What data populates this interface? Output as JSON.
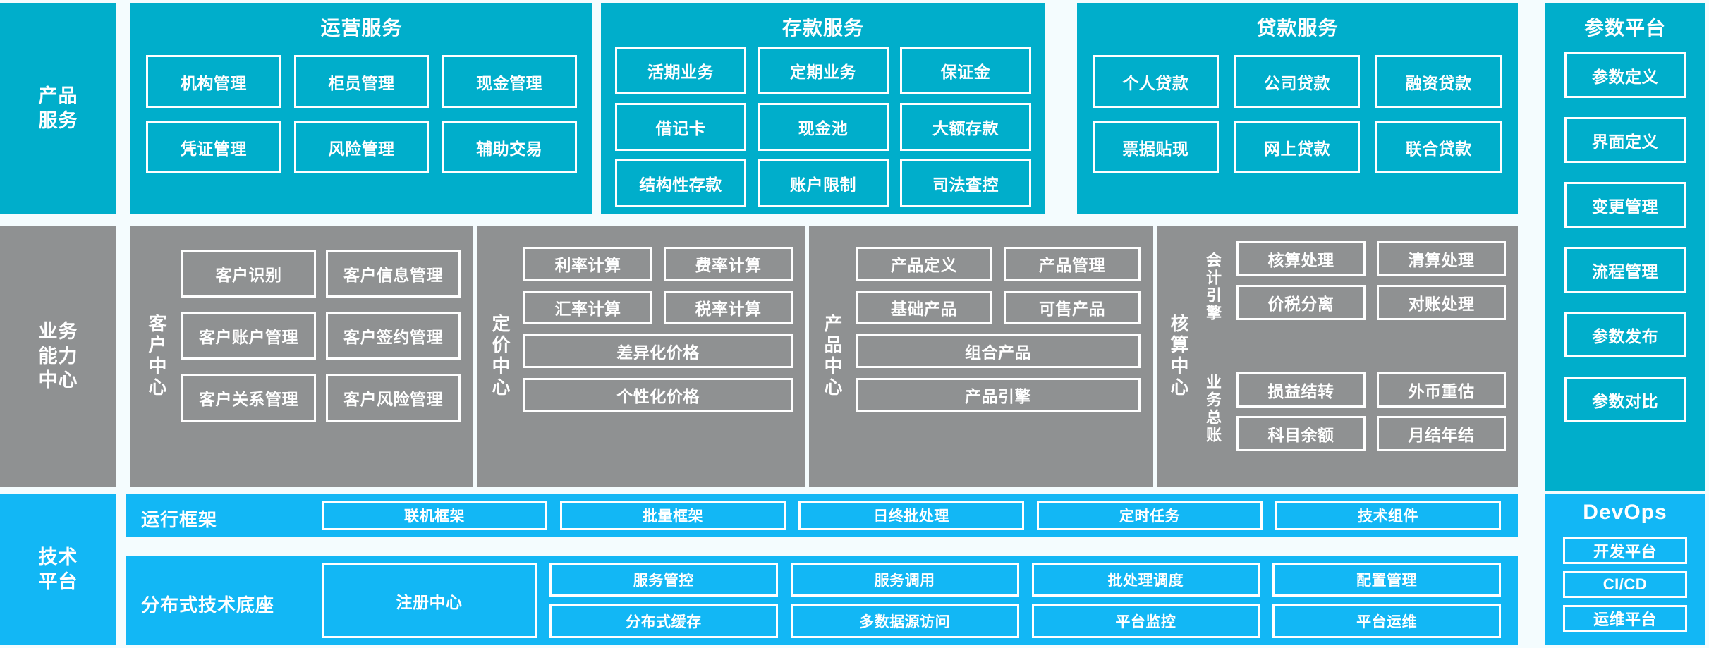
{
  "rows": {
    "product_service": {
      "side_label_line1": "产品",
      "side_label_line2": "服务",
      "groups": [
        {
          "title": "运营服务",
          "items": [
            "机构管理",
            "柜员管理",
            "现金管理",
            "凭证管理",
            "风险管理",
            "辅助交易"
          ]
        },
        {
          "title": "存款服务",
          "items": [
            "活期业务",
            "定期业务",
            "保证金",
            "借记卡",
            "现金池",
            "大额存款",
            "结构性存款",
            "账户限制",
            "司法查控"
          ]
        },
        {
          "title": "贷款服务",
          "items": [
            "个人贷款",
            "公司贷款",
            "融资贷款",
            "票据贴现",
            "网上贷款",
            "联合贷款"
          ]
        }
      ]
    },
    "business_capability": {
      "side_label_line1": "业务",
      "side_label_line2": "能力",
      "side_label_line3": "中心",
      "centers": [
        {
          "vlabel": "客户中心",
          "items": [
            "客户识别",
            "客户信息管理",
            "客户账户管理",
            "客户签约管理",
            "客户关系管理",
            "客户风险管理"
          ]
        },
        {
          "vlabel": "定价中心",
          "items": [
            "利率计算",
            "费率计算",
            "汇率计算",
            "税率计算"
          ],
          "wide_items": [
            "差异化价格",
            "个性化价格"
          ]
        },
        {
          "vlabel": "产品中心",
          "items": [
            "产品定义",
            "产品管理",
            "基础产品",
            "可售产品"
          ],
          "wide_items": [
            "组合产品",
            "产品引擎"
          ]
        },
        {
          "vlabel": "核算中心",
          "sub1_label": "会计引擎",
          "sub2_label": "业务总账",
          "items_sub1": [
            "核算处理",
            "清算处理",
            "价税分离",
            "对账处理"
          ],
          "items_sub2": [
            "损益结转",
            "外币重估",
            "科目余额",
            "月结年结"
          ]
        }
      ]
    },
    "technology_platform": {
      "side_label_line1": "技术",
      "side_label_line2": "平台",
      "runtime_framework": {
        "label": "运行框架",
        "items": [
          "联机框架",
          "批量框架",
          "日终批处理",
          "定时任务",
          "技术组件"
        ]
      },
      "distributed_base": {
        "label": "分布式技术底座",
        "registry": "注册中心",
        "items": [
          "服务管控",
          "服务调用",
          "批处理调度",
          "配置管理",
          "分布式缓存",
          "多数据源访问",
          "平台监控",
          "平台运维"
        ]
      }
    }
  },
  "parameter_platform": {
    "title": "参数平台",
    "items": [
      "参数定义",
      "界面定义",
      "变更管理",
      "流程管理",
      "参数发布",
      "参数对比"
    ]
  },
  "devops": {
    "title": "DevOps",
    "items": [
      "开发平台",
      "CI/CD",
      "运维平台"
    ]
  },
  "colors": {
    "teal": "#00aecb",
    "gray": "#8f9192",
    "bright_blue": "#12b7f5",
    "background": "#f4fcfe",
    "border": "#ffffff"
  }
}
